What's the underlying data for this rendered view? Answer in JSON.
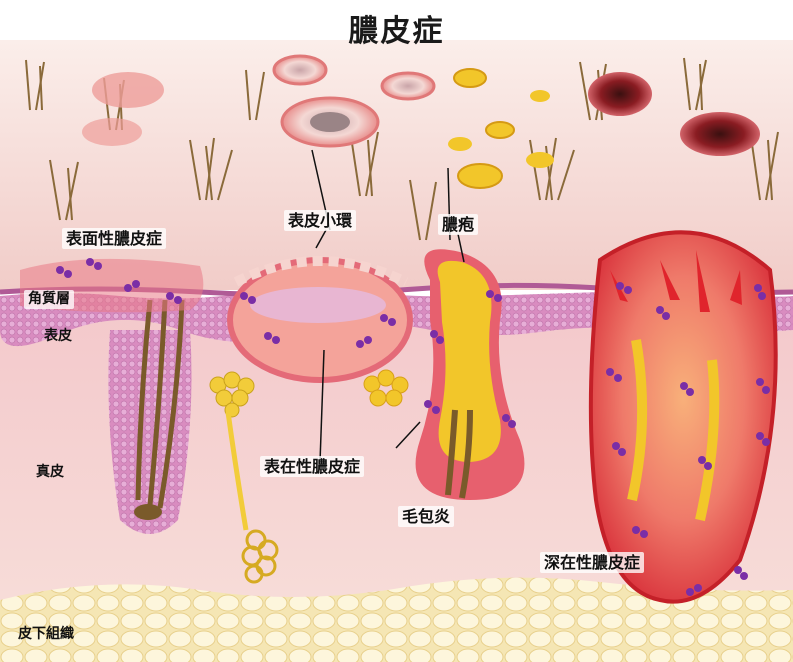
{
  "title": "膿皮症",
  "labels": {
    "superficial_pyoderma": "表面性膿皮症",
    "epidermal_collarette": "表皮小環",
    "pustule": "膿疱",
    "stratum_corneum": "角質層",
    "epidermis": "表皮",
    "dermis": "真皮",
    "surface_pyoderma": "表在性膿皮症",
    "folliculitis": "毛包炎",
    "deep_pyoderma": "深在性膿皮症",
    "subcutis": "皮下組織"
  },
  "colors": {
    "skin_surface": "#f6dcd8",
    "epidermis": "#d98cc0",
    "dermis": "#f2c6c8",
    "fat": "#fbf0c8",
    "pus": "#f2c62a",
    "inflammation": "#d7282c",
    "bacteria": "#7a2ea6",
    "hair": "#7a5a2a"
  }
}
